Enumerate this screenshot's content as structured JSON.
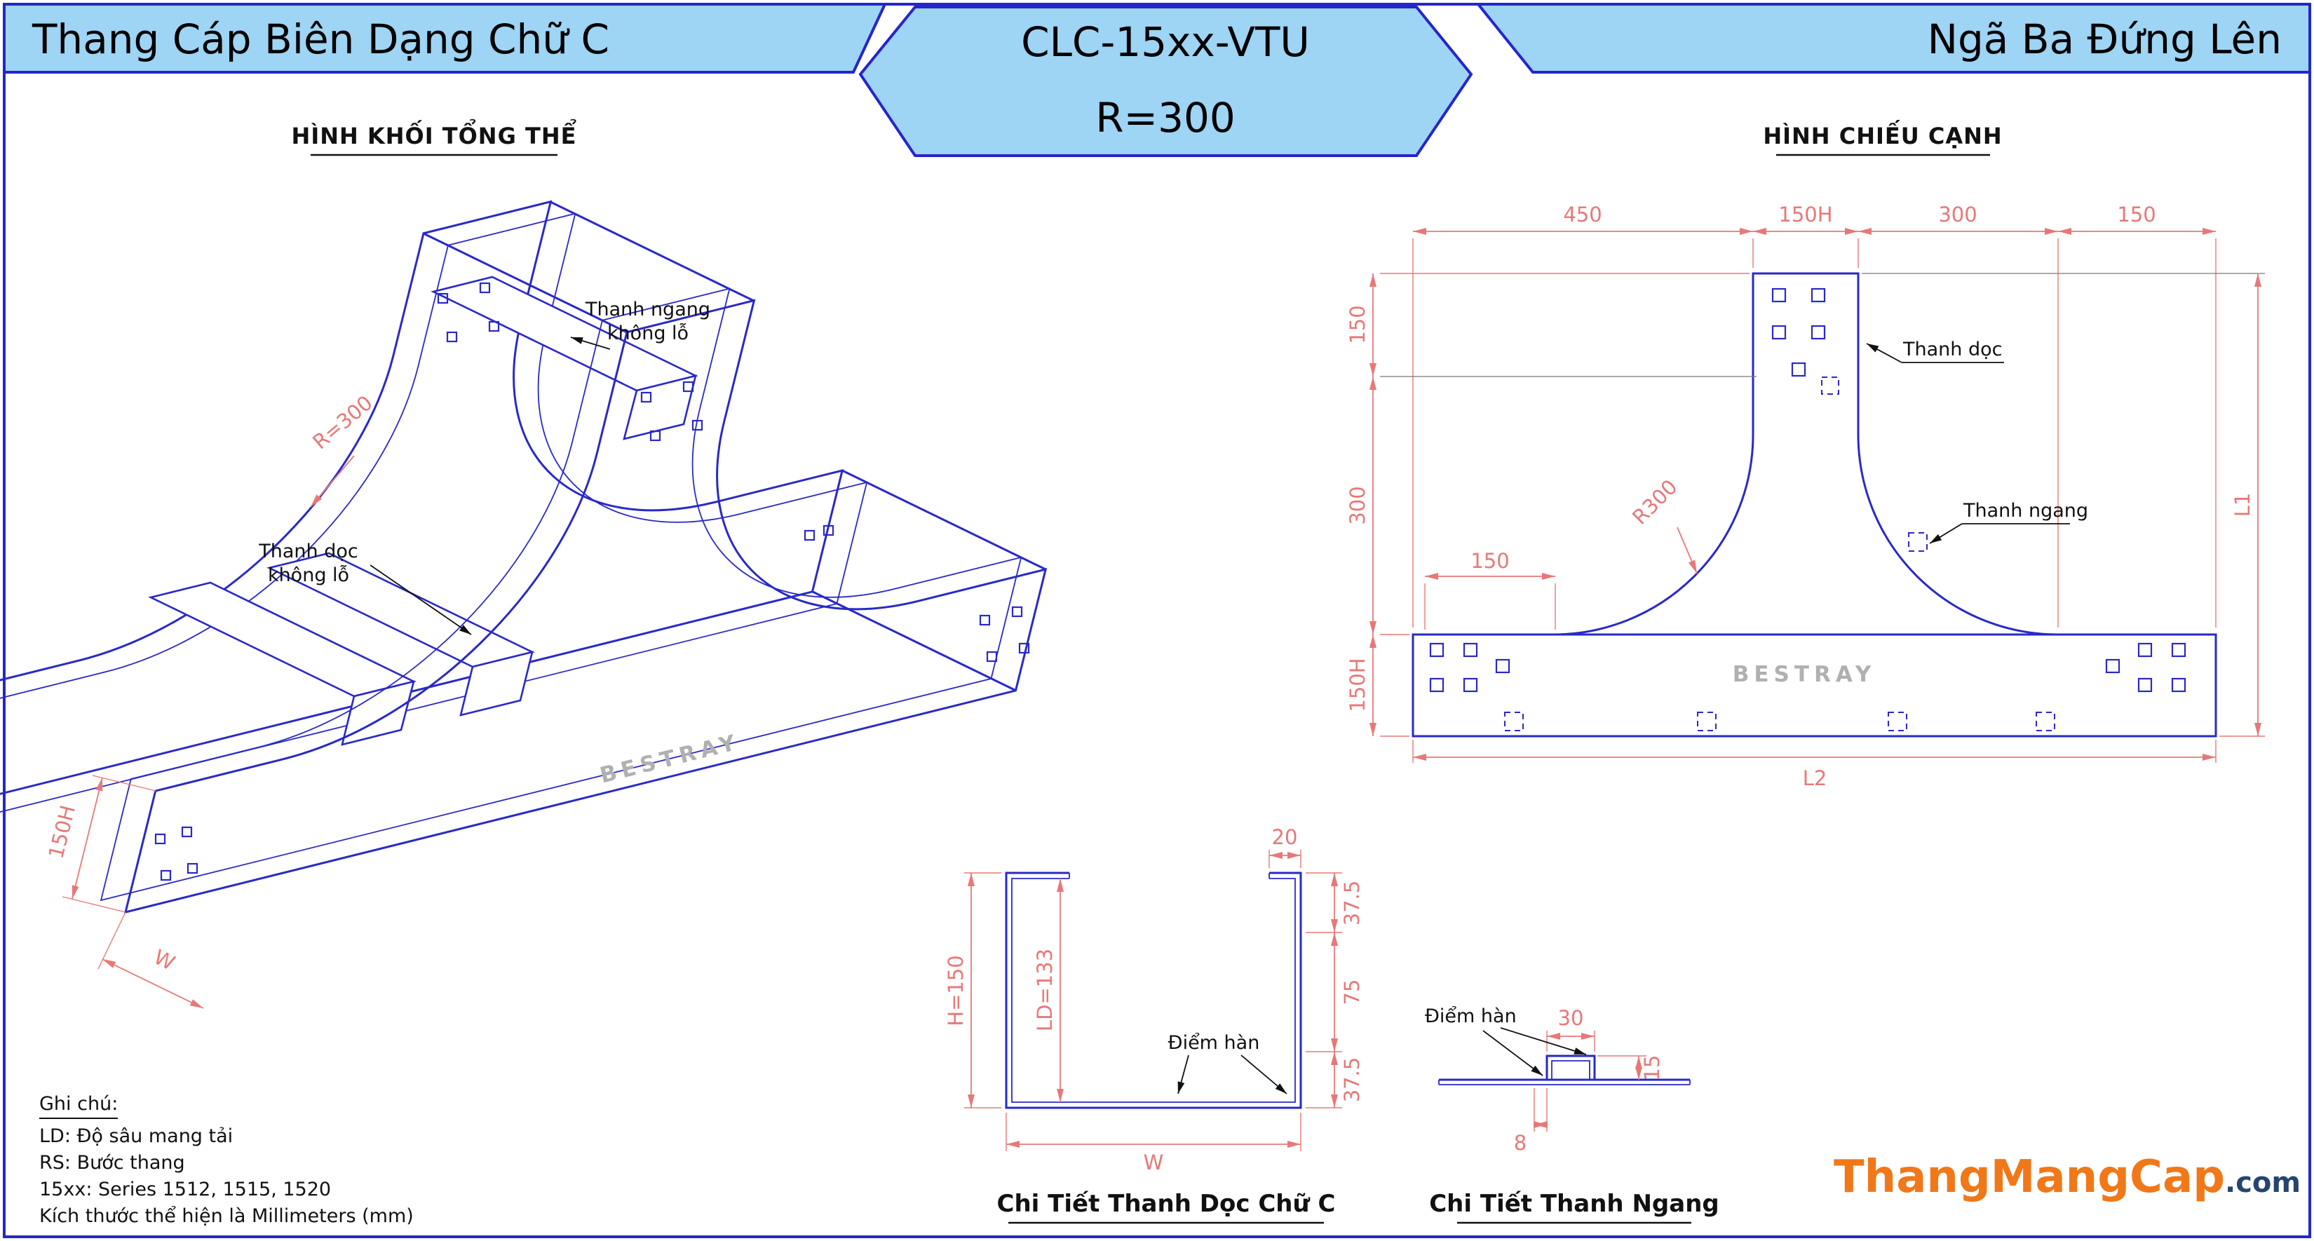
{
  "header": {
    "left_title": "Thang Cáp Biên Dạng Chữ C",
    "model_code": "CLC-15xx-VTU",
    "radius_label": "R=300",
    "right_title": "Ngã Ba Đứng Lên"
  },
  "iso": {
    "title": "HÌNH KHỐI TỔNG THỂ",
    "radius_label": "R=300",
    "rung_label_1": "Thanh ngang",
    "rung_label_2": "không lỗ",
    "rail_label_1": "Thanh dọc",
    "rail_label_2": "không lỗ",
    "dim_height": "150H",
    "dim_width": "W",
    "watermark": "BESTRAY"
  },
  "side": {
    "title": "HÌNH CHIẾU CẠNH",
    "dims_top": [
      "450",
      "150H",
      "300",
      "150"
    ],
    "dims_left": [
      "150",
      "300",
      "150H"
    ],
    "dim_inner": "150",
    "radius_label": "R300",
    "label_rail": "Thanh dọc",
    "label_rung": "Thanh ngang",
    "dim_l1": "L1",
    "dim_l2": "L2",
    "watermark": "BESTRAY"
  },
  "cdet": {
    "title": "Chi Tiết Thanh Dọc Chữ C",
    "dim_lip": "20",
    "dim_top": "37.5",
    "dim_mid": "75",
    "dim_bot": "37.5",
    "dim_height": "H=150",
    "dim_depth": "LD=133",
    "dim_width": "W",
    "weld": "Điểm hàn"
  },
  "rdet": {
    "title": "Chi Tiết Thanh Ngang",
    "dim_width": "30",
    "dim_height": "15",
    "dim_offset": "8",
    "weld": "Điểm hàn"
  },
  "notes": {
    "title": "Ghi chú:",
    "lines": [
      "LD: Độ sâu mang tải",
      "RS: Bước thang",
      "15xx: Series 1512, 1515, 1520",
      "Kích thước thể hiện là Millimeters (mm)"
    ]
  },
  "logo": {
    "main": "ThangMangCap",
    "suffix": ".com"
  },
  "colors": {
    "header_fill": "#9ed4f4",
    "border_blue": "#2626c9",
    "line_blue": "#2929c8",
    "dim_red": "#e87878",
    "watermark_gray": "#b0b0b0",
    "logo_orange": "#f07818",
    "logo_dark": "#25456e"
  }
}
